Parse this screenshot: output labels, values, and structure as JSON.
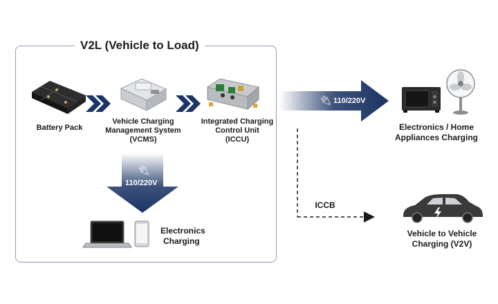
{
  "title": "V2L (Vehicle to Load)",
  "nodes": {
    "battery": "Battery Pack",
    "vcms_line1": "Vehicle Charging",
    "vcms_line2": "Management System",
    "vcms_line3": "(VCMS)",
    "iccu_line1": "Integrated Charging",
    "iccu_line2": "Control Unit",
    "iccu_line3": "(ICCU)",
    "electronics_line1": "Electronics",
    "electronics_line2": "Charging",
    "home_line1": "Electronics / Home",
    "home_line2": "Appliances Charging",
    "v2v_line1": "Vehicle to Vehicle",
    "v2v_line2": "Charging (V2V)"
  },
  "voltage_down": "110/220V",
  "voltage_right": "110/220V",
  "iccb_label": "ICCB",
  "icons": [
    "battery-pack-icon",
    "vcms-unit-icon",
    "iccu-board-icon",
    "laptop-icon",
    "smartphone-icon",
    "microwave-icon",
    "fan-icon",
    "car-icon",
    "plug-icon",
    "chevron-icon"
  ],
  "colors": {
    "arrow": "#1b3464",
    "box_border": "#8e9bb3",
    "text": "#1a1a1a"
  }
}
